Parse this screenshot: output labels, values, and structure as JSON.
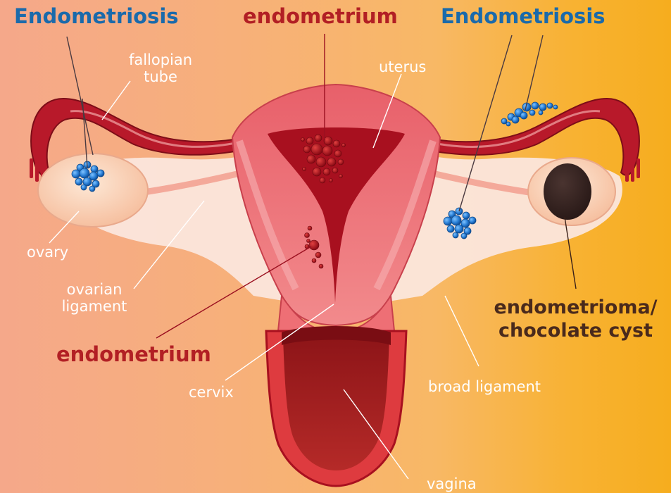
{
  "labels": {
    "endometriosis_left": "Endometriosis",
    "endometrium_top": "endometrium",
    "endometriosis_right": "Endometriosis",
    "fallopian_tube_1": "fallopian",
    "fallopian_tube_2": "tube",
    "uterus": "uterus",
    "ovary": "ovary",
    "ovarian_ligament_1": "ovarian",
    "ovarian_ligament_2": "ligament",
    "endometrium_bottom": "endometrium",
    "cervix": "cervix",
    "endometrioma_1": "endometrioma/",
    "endometrioma_2": "chocolate cyst",
    "broad_ligament": "broad ligament",
    "vagina": "vagina"
  },
  "colors": {
    "endometriosis_blue": "#1a6aab",
    "endometrium_red": "#b21f24",
    "cyst_brown": "#4a2a1c",
    "label_white": "#ffffff",
    "tissue_pink": "#f07a80",
    "tissue_dark_red": "#9b1020",
    "ligament_cream": "#fbe6dc"
  }
}
